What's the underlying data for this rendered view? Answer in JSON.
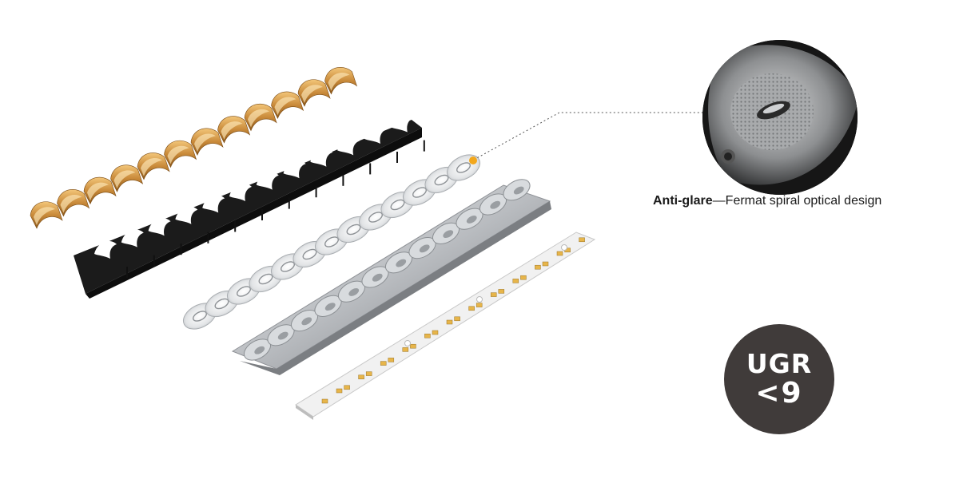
{
  "caption": {
    "bold": "Anti-glare",
    "rest": "—Fermat spiral optical design"
  },
  "badge": {
    "line1": "UGR",
    "line2": "<9"
  },
  "colors": {
    "gold": "#c98a3a",
    "black_frame": "#1b1b1b",
    "lens": "#e4e6e8",
    "reflector": "#bfc2c6",
    "pcb": "#efefef",
    "led": "#e7b54a",
    "callout_dot": "#f2a71c",
    "badge": "#403b3a"
  },
  "icons": [
    "gold-reflector-strip-icon",
    "black-holder-frame-icon",
    "lens-strip-icon",
    "reflector-tray-icon",
    "led-pcb-strip-icon",
    "magnified-lens-icon"
  ]
}
